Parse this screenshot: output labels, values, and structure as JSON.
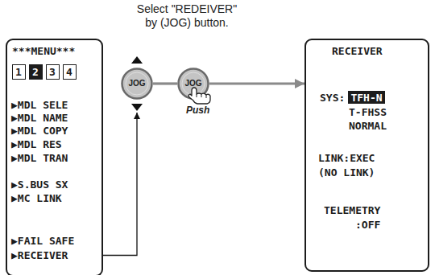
{
  "diagram": {
    "nodes": [
      {
        "text": [
          "***MENU***",
          "▶MDL SELE",
          "▶MDL NAME",
          "▶MDL COPY",
          "▶MDL RES",
          "▶MDL TRAN",
          "▶S.BUS SX",
          "▶MC LINK",
          "▶FAIL SAFE",
          "▶RECEIVER"
        ]
      },
      {
        "text": [
          "1"
        ],
        "in": 0
      },
      {
        "text": [
          "2"
        ],
        "in": 0
      },
      {
        "text": [
          "3"
        ],
        "in": 0
      },
      {
        "text": [
          "4"
        ],
        "in": 0
      },
      {
        "text": [
          "JOG"
        ]
      },
      {
        "text": [
          "JOG"
        ]
      },
      {
        "text": [
          "RECEIVER",
          "SYS:",
          "T-FHSS",
          "NORMAL",
          "LINK:EXEC",
          "(NO LINK)",
          "TELEMETRY",
          ":OFF"
        ]
      },
      {
        "text": [
          "TFH-N"
        ],
        "in": 7
      }
    ],
    "edges": [
      {
        "from": 0,
        "to": 5,
        "arrow": "to"
      },
      {
        "from": 5,
        "to": 6,
        "arrow": "none"
      },
      {
        "from": 6,
        "to": 7,
        "arrow": "to"
      }
    ],
    "labels": [
      "Select \"REDEIVER\" by (JOG) button.",
      "Push"
    ]
  }
}
